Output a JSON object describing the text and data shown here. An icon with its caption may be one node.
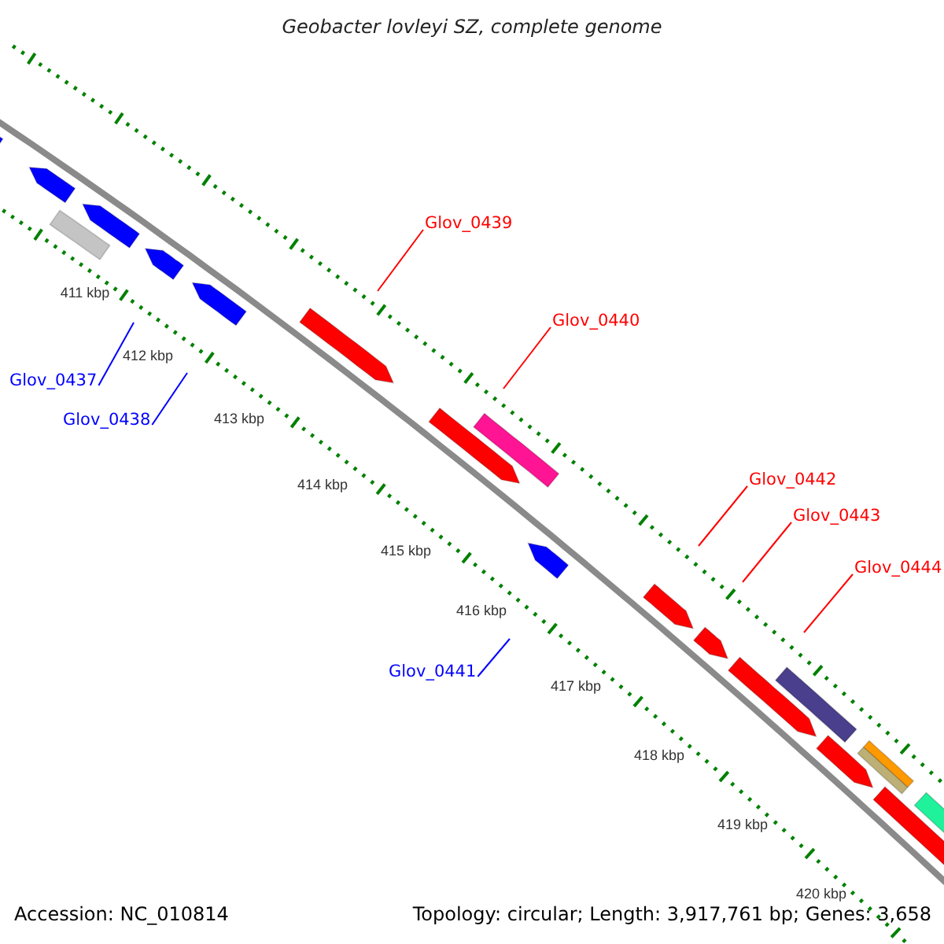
{
  "diagram": {
    "title": "Geobacter lovleyi SZ, complete genome",
    "nodes": [
      {
        "text": [
          "Glov_0437"
        ]
      },
      {
        "text": [
          "Glov_0438"
        ]
      },
      {
        "text": [
          "Glov_0439"
        ]
      },
      {
        "text": [
          "Glov_0440"
        ]
      },
      {
        "text": [
          "Glov_0441"
        ]
      },
      {
        "text": [
          "Glov_0442"
        ]
      },
      {
        "text": [
          "Glov_0443"
        ]
      },
      {
        "text": [
          "Glov_0444"
        ]
      }
    ],
    "edges": [
      {
        "from": 0,
        "to": null,
        "arrow": "none",
        "color": "#0000ff"
      },
      {
        "from": 1,
        "to": null,
        "arrow": "none",
        "color": "#0000ff"
      },
      {
        "from": 2,
        "to": null,
        "arrow": "none"
      },
      {
        "from": 3,
        "to": null,
        "arrow": "none"
      },
      {
        "from": 4,
        "to": null,
        "arrow": "none",
        "color": "#0000ff"
      },
      {
        "from": 5,
        "to": null,
        "arrow": "none"
      },
      {
        "from": 6,
        "to": null,
        "arrow": "none"
      },
      {
        "from": 7,
        "to": null,
        "arrow": "none"
      }
    ],
    "labels": [
      "411 kbp",
      "412 kbp",
      "413 kbp",
      "414 kbp",
      "415 kbp",
      "416 kbp",
      "417 kbp",
      "418 kbp",
      "419 kbp",
      "420 kbp",
      "Accession: NC_010814",
      "Topology: circular; Length: 3,917,761 bp; Genes: 3,658"
    ]
  }
}
